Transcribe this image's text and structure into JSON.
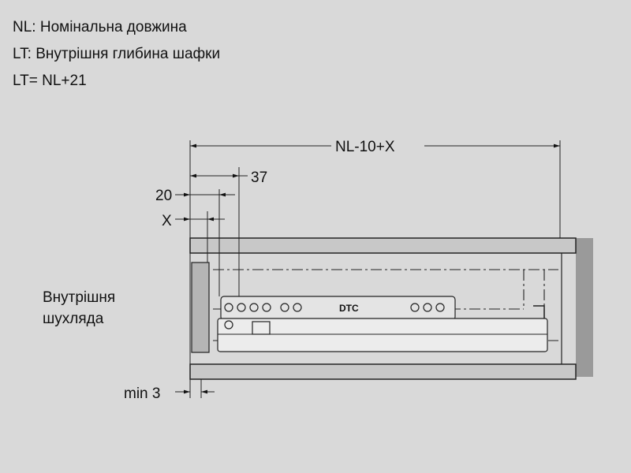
{
  "legend": {
    "nl": "NL: Номінальна довжина",
    "lt": "LT:  Внутрішня глибина шафки",
    "formula": "LT= NL+21"
  },
  "dimensions": {
    "overall": "NL-10+X",
    "d37": "37",
    "d20": "20",
    "dx": "X",
    "min3": "min 3"
  },
  "drawer_label_line1": "Внутрішня",
  "drawer_label_line2": "шухляда",
  "slide_brand": "DTC"
}
